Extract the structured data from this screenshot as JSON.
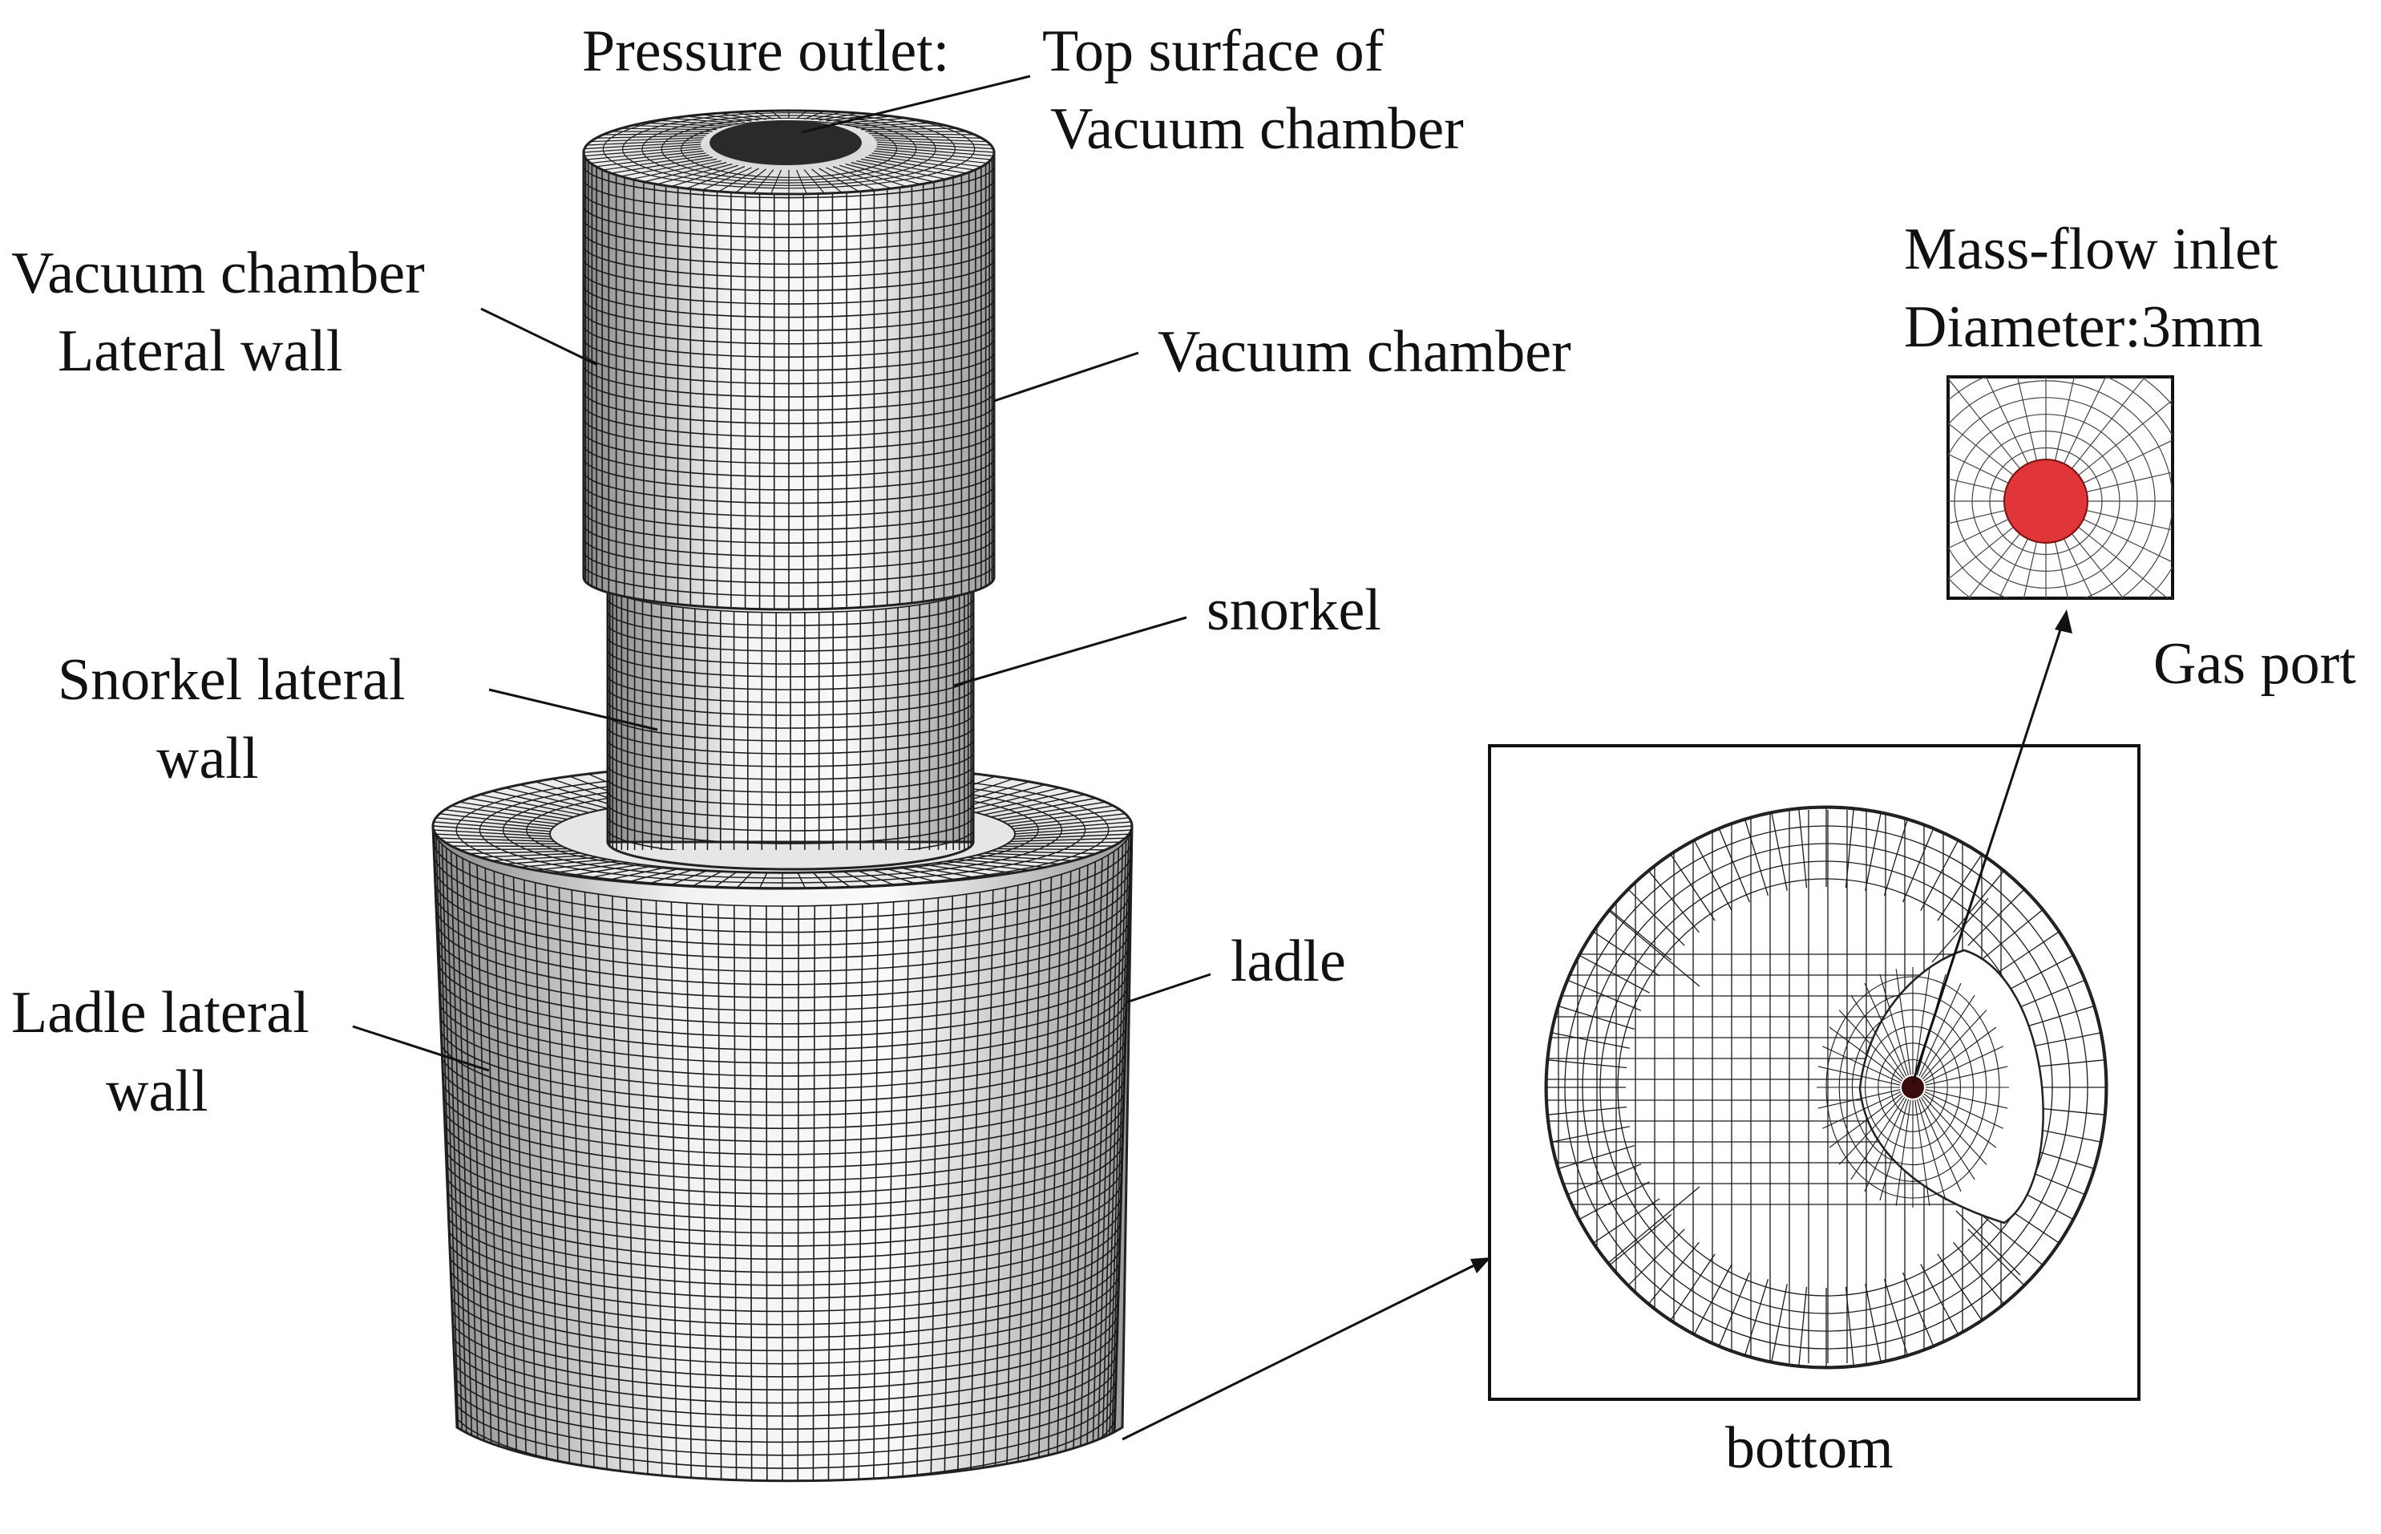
{
  "labels": {
    "pressure_outlet": "Pressure outlet:",
    "top_surface_1": "Top surface of",
    "top_surface_2": "Vacuum chamber",
    "vc_lateral_1": "Vacuum chamber",
    "vc_lateral_2": "Lateral wall",
    "vacuum_chamber": "Vacuum chamber",
    "snorkel": "snorkel",
    "snorkel_lateral_1": "Snorkel  lateral",
    "snorkel_lateral_2": "wall",
    "ladle": "ladle",
    "ladle_lateral_1": "Ladle lateral",
    "ladle_lateral_2": "wall",
    "mass_flow_1": "Mass-flow inlet",
    "mass_flow_2": "Diameter:3mm",
    "gas_port": "Gas port",
    "bottom": "bottom"
  },
  "colors": {
    "mesh_line": "#1a1a1a",
    "inlet_fill": "#e0363a",
    "label_text": "#111111"
  }
}
